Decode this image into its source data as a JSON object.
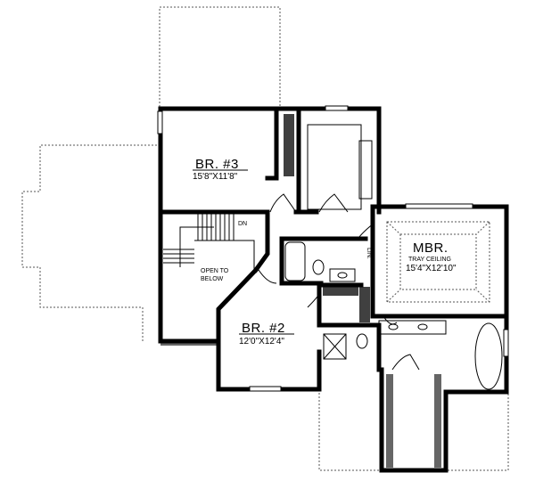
{
  "rooms": {
    "br3": {
      "name": "BR. #3",
      "size": "15'8\"X11'8\""
    },
    "br2": {
      "name": "BR. #2",
      "size": "12'0\"X12'4\""
    },
    "mbr": {
      "name": "MBR.",
      "note": "TRAY CEILING",
      "size": "15'4\"X12'10\""
    }
  },
  "labels": {
    "stairs": "DN",
    "open_line1": "OPEN TO",
    "open_line2": "BELOW",
    "linen": "LIN."
  }
}
